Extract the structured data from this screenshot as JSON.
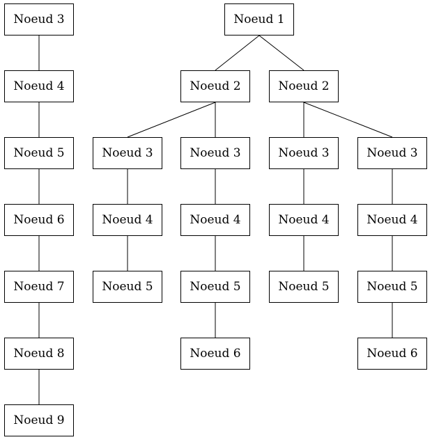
{
  "nodes": [
    {
      "id": "a1",
      "label": "Noeud 3"
    },
    {
      "id": "a2",
      "label": "Noeud 4"
    },
    {
      "id": "a3",
      "label": "Noeud 5"
    },
    {
      "id": "a4",
      "label": "Noeud 6"
    },
    {
      "id": "a5",
      "label": "Noeud 7"
    },
    {
      "id": "a6",
      "label": "Noeud 8"
    },
    {
      "id": "a7",
      "label": "Noeud 9"
    },
    {
      "id": "r",
      "label": "Noeud 1"
    },
    {
      "id": "r_a",
      "label": "Noeud 2"
    },
    {
      "id": "r_b",
      "label": "Noeud 2"
    },
    {
      "id": "c1",
      "label": "Noeud 3"
    },
    {
      "id": "c1_4",
      "label": "Noeud 4"
    },
    {
      "id": "c1_5",
      "label": "Noeud 5"
    },
    {
      "id": "c2",
      "label": "Noeud 3"
    },
    {
      "id": "c2_4",
      "label": "Noeud 4"
    },
    {
      "id": "c2_5",
      "label": "Noeud 5"
    },
    {
      "id": "c2_6",
      "label": "Noeud 6"
    },
    {
      "id": "c3",
      "label": "Noeud 3"
    },
    {
      "id": "c3_4",
      "label": "Noeud 4"
    },
    {
      "id": "c3_5",
      "label": "Noeud 5"
    },
    {
      "id": "c4",
      "label": "Noeud 3"
    },
    {
      "id": "c4_4",
      "label": "Noeud 4"
    },
    {
      "id": "c4_5",
      "label": "Noeud 5"
    },
    {
      "id": "c4_6",
      "label": "Noeud 6"
    }
  ],
  "edges": [
    [
      "a1",
      "a2"
    ],
    [
      "a2",
      "a3"
    ],
    [
      "a3",
      "a4"
    ],
    [
      "a4",
      "a5"
    ],
    [
      "a5",
      "a6"
    ],
    [
      "a6",
      "a7"
    ],
    [
      "r",
      "r_a"
    ],
    [
      "r",
      "r_b"
    ],
    [
      "r_a",
      "c1"
    ],
    [
      "r_a",
      "c2"
    ],
    [
      "r_b",
      "c3"
    ],
    [
      "r_b",
      "c4"
    ],
    [
      "c1",
      "c1_4"
    ],
    [
      "c1_4",
      "c1_5"
    ],
    [
      "c2",
      "c2_4"
    ],
    [
      "c2_4",
      "c2_5"
    ],
    [
      "c2_5",
      "c2_6"
    ],
    [
      "c3",
      "c3_4"
    ],
    [
      "c3_4",
      "c3_5"
    ],
    [
      "c4",
      "c4_4"
    ],
    [
      "c4_4",
      "c4_5"
    ],
    [
      "c4_5",
      "c4_6"
    ]
  ]
}
